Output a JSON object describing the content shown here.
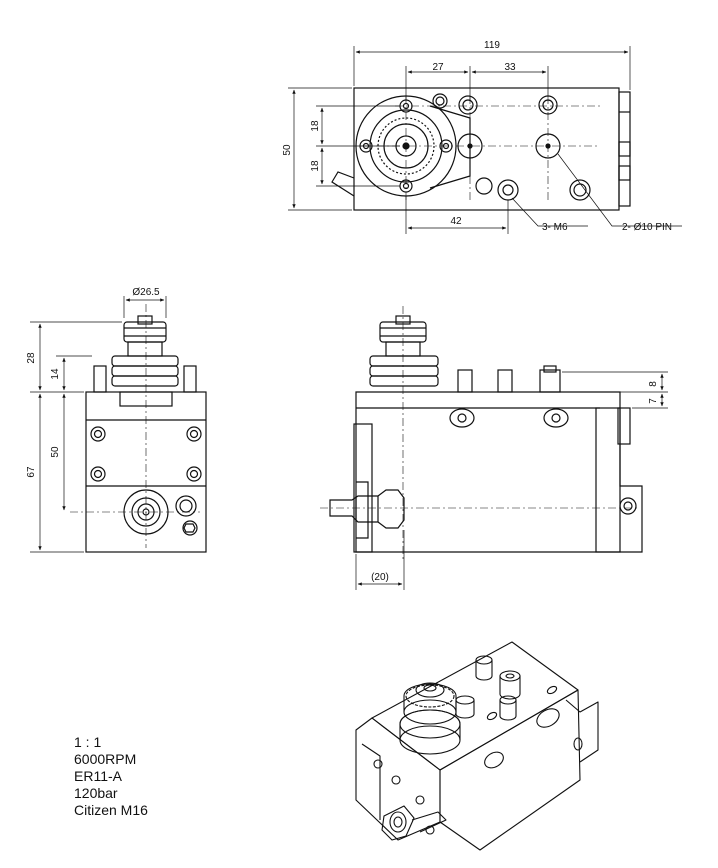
{
  "dimensions": {
    "top_view": {
      "overall_width": "119",
      "offset_a": "27",
      "offset_b": "33",
      "height": "50",
      "half_upper": "18",
      "half_lower": "18",
      "bottom_offset": "42",
      "callout_thread": "3- M6",
      "callout_pin": "2- Ø10 PIN"
    },
    "front_view": {
      "gear_diameter": "Ø26.5",
      "height_top": "28",
      "height_pin": "14",
      "height_body": "50",
      "height_total": "67"
    },
    "side_view": {
      "pin_height": "8",
      "pin_base": "7",
      "nozzle_offset": "(20)"
    }
  },
  "specs": {
    "scale": "1 : 1",
    "speed": "6000RPM",
    "collet": "ER11-A",
    "pressure": "120bar",
    "machine": "Citizen M16"
  }
}
